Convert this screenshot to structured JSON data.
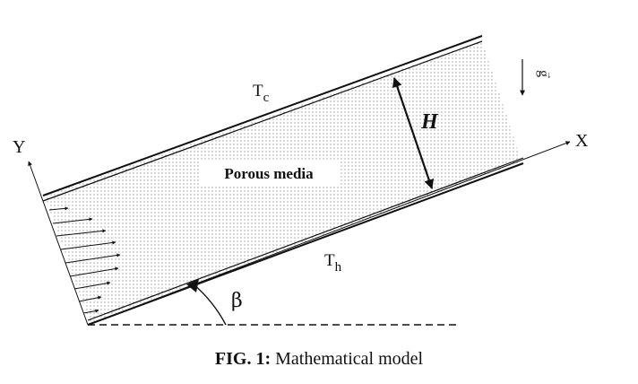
{
  "diagram": {
    "axis_y_label": "Y",
    "axis_x_label": "X",
    "top_wall_temp": "T",
    "top_wall_temp_sub": "c",
    "bottom_wall_temp": "T",
    "bottom_wall_temp_sub": "h",
    "height_label": "H",
    "medium_label": "Porous media",
    "angle_label": "β",
    "gravity_label": "g",
    "colors": {
      "stroke": "#111111",
      "dot": "#444444",
      "background": "#ffffff"
    }
  },
  "caption": {
    "prefix": "FIG. 1:",
    "text": " Mathematical model"
  }
}
